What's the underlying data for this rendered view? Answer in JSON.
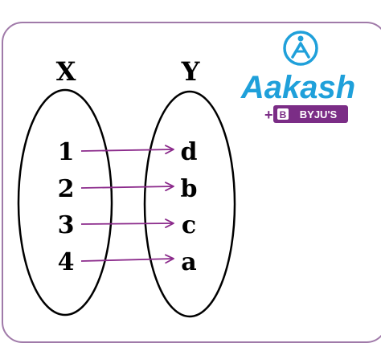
{
  "diagram": {
    "set_x_label": "X",
    "set_y_label": "Y",
    "domain": [
      "1",
      "2",
      "3",
      "4"
    ],
    "codomain": [
      "d",
      "b",
      "c",
      "a"
    ],
    "mappings": [
      {
        "from": "1",
        "to": "d"
      },
      {
        "from": "2",
        "to": "b"
      },
      {
        "from": "3",
        "to": "c"
      },
      {
        "from": "4",
        "to": "a"
      }
    ],
    "arrow_color": "#8b2a8b",
    "frame_color": "#a07aa9"
  },
  "logo": {
    "brand": "Aakash",
    "partner_prefix": "+",
    "partner": "BYJU'S",
    "brand_color": "#1fa0da",
    "partner_color": "#7b2d86"
  }
}
